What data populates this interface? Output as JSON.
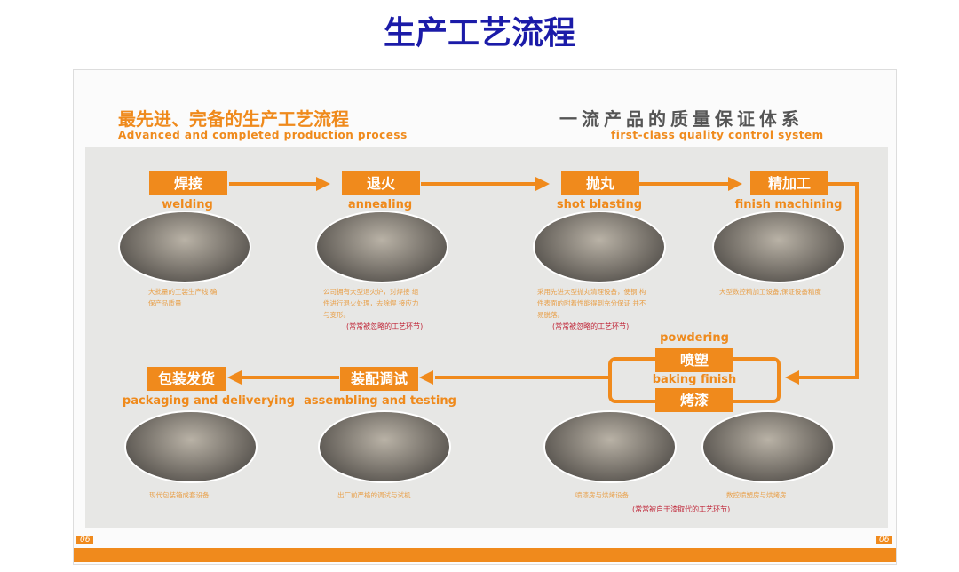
{
  "title": "生产工艺流程",
  "left_heading": {
    "cn": "最先进、完备的生产工艺流程",
    "en": "Advanced and completed production process"
  },
  "right_heading": {
    "cn": "一流产品的质量保证体系",
    "en": "first-class quality control system"
  },
  "steps": [
    {
      "cn": "焊接",
      "en": "welding",
      "caption": "大批量的工装生产线 确保产品质量"
    },
    {
      "cn": "退火",
      "en": "annealing",
      "caption": "公司拥有大型退火炉，对焊接 组件进行退火处理，去除焊 接应力与变形。",
      "note": "(常常被忽略的工艺环节)"
    },
    {
      "cn": "抛丸",
      "en": "shot blasting",
      "caption": "采用先进大型抛丸清理设备，使钢 构件表面的附着性能得到充分保证 并不易脱落。",
      "note": "(常常被忽略的工艺环节)"
    },
    {
      "cn": "精加工",
      "en": "finish machining",
      "caption": "大型数控精加工设备,保证设备精度"
    },
    {
      "cn": "喷塑",
      "en": "powdering",
      "caption": "喷漆房与烘烤设备"
    },
    {
      "cn": "烤漆",
      "en": "baking finish",
      "caption": "数控喷塑房与烘烤房",
      "note": "(常常被自干漆取代的工艺环节)"
    },
    {
      "cn": "装配调试",
      "en": "assembling and testing",
      "caption": "出厂前严格的调试与试机"
    },
    {
      "cn": "包装发货",
      "en": "packaging and deliverying",
      "caption": "现代包装箱成套设备"
    }
  ],
  "page_numbers": [
    "06",
    "06"
  ],
  "colors": {
    "accent": "#f08a1c",
    "title": "#1b1ba8"
  }
}
